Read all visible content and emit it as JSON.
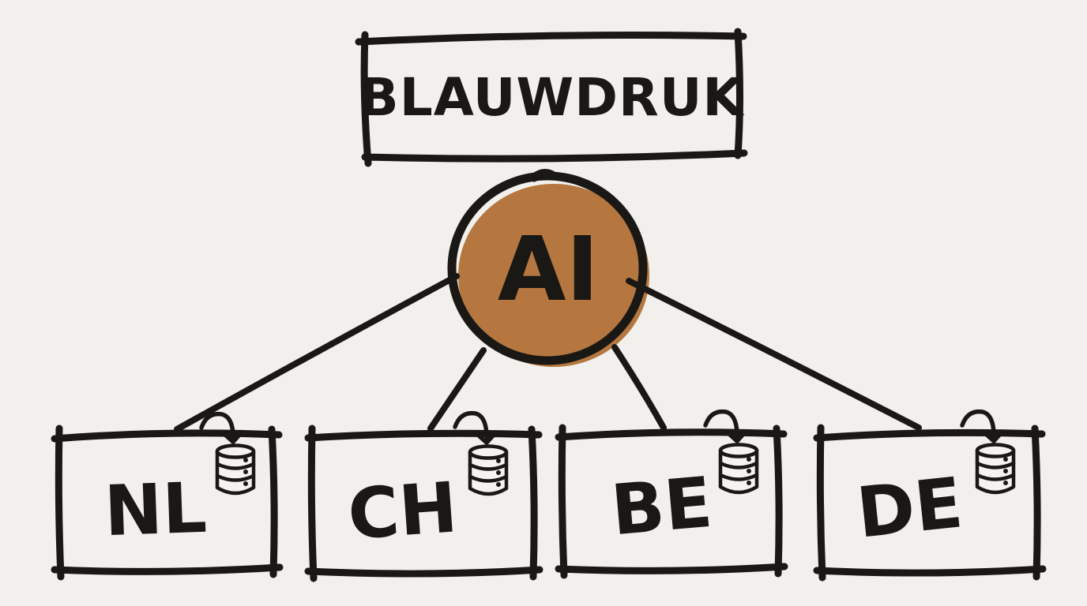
{
  "title_box": {
    "label": "BLAUWDRUK"
  },
  "ai_node": {
    "label": "AI",
    "fill": "#b5773f"
  },
  "countries": [
    {
      "code": "NL",
      "icon": "database-icon"
    },
    {
      "code": "CH",
      "icon": "database-icon"
    },
    {
      "code": "BE",
      "icon": "database-icon"
    },
    {
      "code": "DE",
      "icon": "database-icon"
    }
  ],
  "colors": {
    "background": "#f1f0ec",
    "ink": "#1a1815",
    "node_fill": "#b5773f",
    "cylinder_fill": "#f4f3ef"
  }
}
